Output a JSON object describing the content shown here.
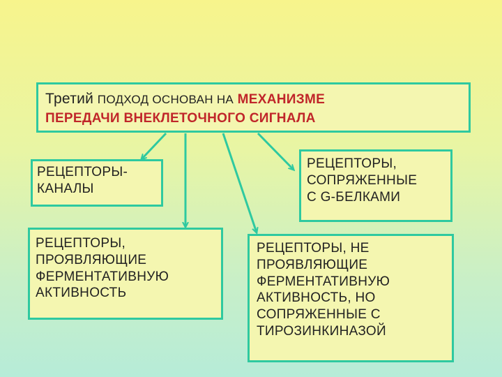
{
  "title": {
    "part1": "Третий",
    "part2": "ПОДХОД ОСНОВАН НА",
    "part3": "МЕХАНИЗМЕ",
    "line2": "ПЕРЕДАЧИ ВНЕКЛЕТОЧНОГО СИГНАЛА"
  },
  "boxes": {
    "channels": "РЕЦЕПТОРЫ-\nКАНАЛЫ",
    "g_protein": "РЕЦЕПТОРЫ,\nСОПРЯЖЕННЫЕ\nС G-БЕЛКАМИ",
    "enzymatic": "РЕЦЕПТОРЫ,\nПРОЯВЛЯЮЩИЕ\nФЕРМЕНТАТИВНУЮ\nАКТИВНОСТЬ",
    "tyrosine_kinase": "РЕЦЕПТОРЫ, НЕ\nПРОЯВЛЯЮЩИЕ\nФЕРМЕНТАТИВНУЮ\nАКТИВНОСТЬ, НО\nСОПРЯЖЕННЫЕ С\nТИРОЗИНКИНАЗОЙ"
  },
  "colors": {
    "accent": "#2ec9a0",
    "title_highlight": "#c0262a",
    "box_fill": "#f4f6b0"
  }
}
